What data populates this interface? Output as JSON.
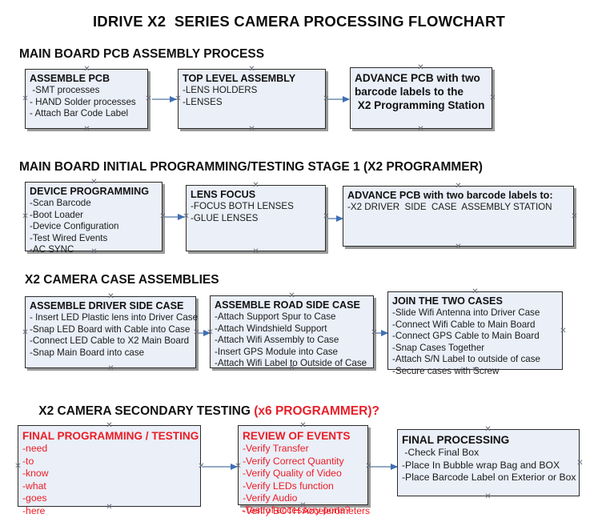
{
  "title": "IDRIVE X2  SERIES CAMERA PROCESSING FLOWCHART",
  "colors": {
    "box_fill": "#eaeff8",
    "box_border": "#2b2b2b",
    "arrow_line": "#93a9c4",
    "arrow_head": "#3f6fb5",
    "red_accent": "#ed1c24",
    "text": "#111111",
    "background": "#ffffff"
  },
  "sections": [
    {
      "heading": "MAIN BOARD PCB ASSEMBLY PROCESS",
      "heading_accent": "",
      "nodes": [
        {
          "title": "ASSEMBLE PCB",
          "lines": [
            " -SMT processes",
            "- HAND Solder processes",
            "- Attach Bar Code Label"
          ]
        },
        {
          "title": "TOP LEVEL ASSEMBLY",
          "lines": [
            "-LENS HOLDERS",
            "-LENSES"
          ]
        },
        {
          "title": "ADVANCE PCB with two",
          "lines": [
            "barcode labels to the",
            " X2 Programming Station"
          ]
        }
      ]
    },
    {
      "heading": "MAIN BOARD INITIAL PROGRAMMING/TESTING STAGE 1 (X2 PROGRAMMER)",
      "heading_accent": "",
      "nodes": [
        {
          "title": "DEVICE PROGRAMMING",
          "lines": [
            "-Scan Barcode",
            "-Boot Loader",
            "-Device Configuration",
            "-Test Wired Events",
            "-AC SYNC"
          ]
        },
        {
          "title": "LENS FOCUS",
          "lines": [
            "-FOCUS BOTH LENSES",
            "-GLUE LENSES"
          ]
        },
        {
          "title": "ADVANCE PCB with two barcode labels to:",
          "lines": [
            "-X2 DRIVER  SIDE  CASE  ASSEMBLY STATION"
          ]
        }
      ]
    },
    {
      "heading": "X2 CAMERA CASE ASSEMBLIES",
      "heading_accent": "",
      "nodes": [
        {
          "title": "ASSEMBLE DRIVER SIDE CASE",
          "lines": [
            "- Insert LED Plastic lens into Driver Case",
            "-Snap LED Board with Cable into Case",
            "-Connect LED Cable to X2 Main Board",
            "-Snap Main Board into case"
          ]
        },
        {
          "title": "ASSEMBLE ROAD SIDE CASE",
          "lines": [
            "-Attach Support Spur to Case",
            "-Attach Windshield Support",
            "-Attach Wifi Assembly to Case",
            "-Insert GPS Module into Case",
            "-Attach Wifi Label to Outside of Case"
          ]
        },
        {
          "title": "JOIN THE TWO CASES",
          "lines": [
            "-Slide Wifi Antenna into Driver Case",
            "-Connect Wifi Cable to Main Board",
            "-Connect GPS Cable to Main Board",
            "-Snap Cases Together",
            "-Attach S/N Label to outside of case",
            "-Secure cases with Screw"
          ]
        }
      ]
    },
    {
      "heading": "X2 CAMERA SECONDARY TESTING ",
      "heading_accent": "(x6 PROGRAMMER)?",
      "nodes": [
        {
          "title": "FINAL PROGRAMMING / TESTING",
          "lines": [
            "-need",
            "-to",
            "-know",
            "-what",
            "-goes",
            "-here"
          ]
        },
        {
          "title": "REVIEW OF EVENTS",
          "lines": [
            "-Verify Transfer",
            "-Verify Correct Quantity",
            "-Verify Quality of Video",
            "-Verify LEDs function",
            "-Verify Audio",
            "-Verify BOTH Accelerometers"
          ],
          "overflow_line": "-Test of accessory ports?"
        },
        {
          "title": "FINAL PROCESSING",
          "lines": [
            " -Check Final Box",
            "-Place In Bubble wrap Bag and BOX",
            "-Place Barcode Label on Exterior or Box"
          ]
        }
      ]
    }
  ]
}
